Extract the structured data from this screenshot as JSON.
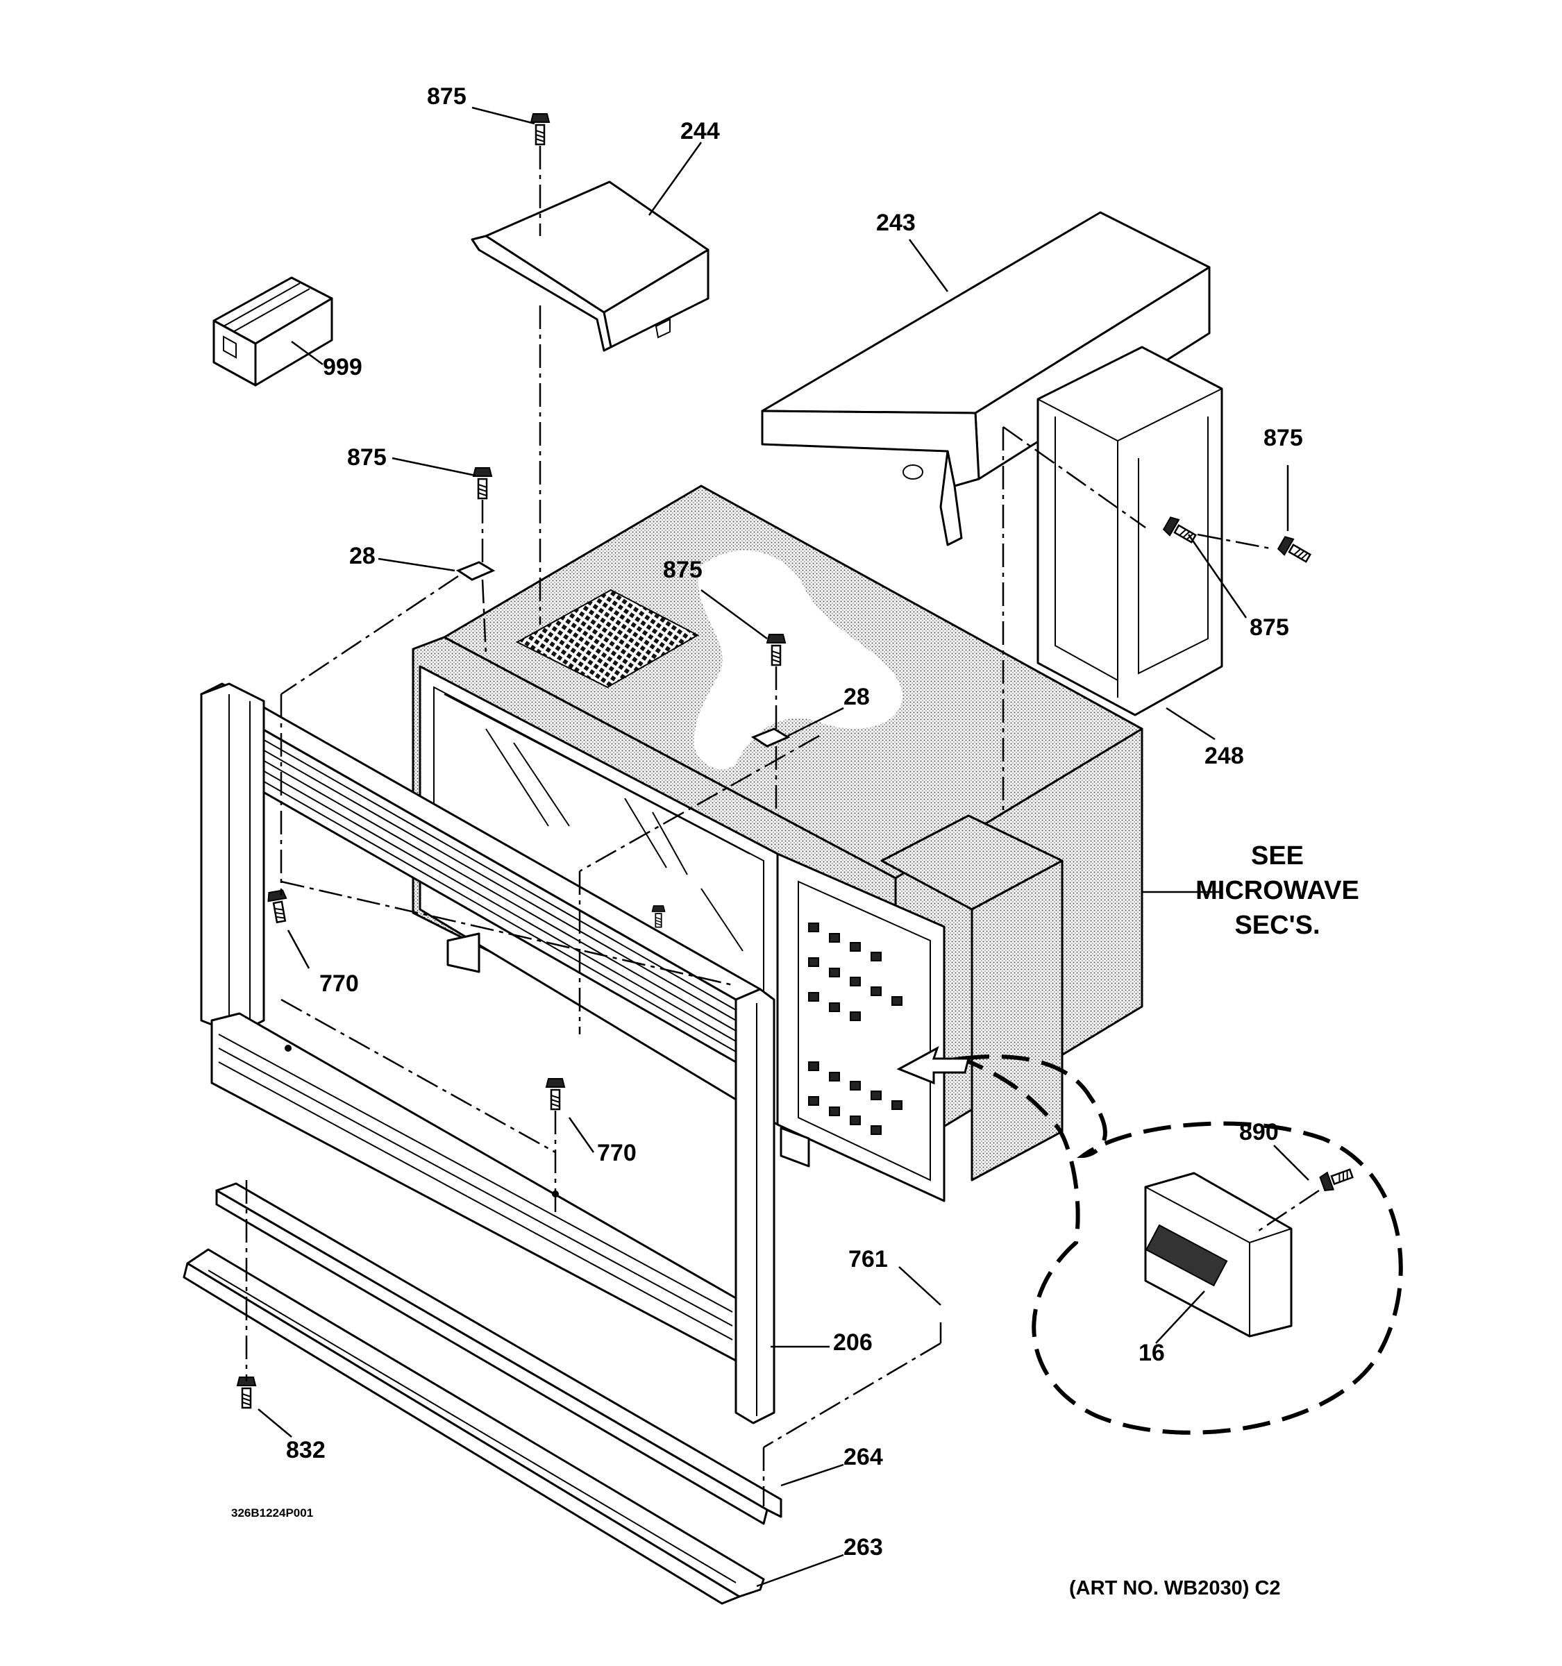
{
  "diagram": {
    "part_labels": {
      "p875_top": "875",
      "p244": "244",
      "p243": "243",
      "p999": "999",
      "p875_left": "875",
      "p875_right_top": "875",
      "p875_right_bottom": "875",
      "p28_left": "28",
      "p875_center": "875",
      "p28_center": "28",
      "p248": "248",
      "p770_upper": "770",
      "p770_lower": "770",
      "p890": "890",
      "p761": "761",
      "p206": "206",
      "p16": "16",
      "p832": "832",
      "p264": "264",
      "p263": "263"
    },
    "see_note": {
      "line1": "SEE",
      "line2": "MICROWAVE",
      "line3": "SEC'S."
    },
    "drawing_code": "326B1224P001",
    "art_number": "(ART NO. WB2030) C2"
  }
}
